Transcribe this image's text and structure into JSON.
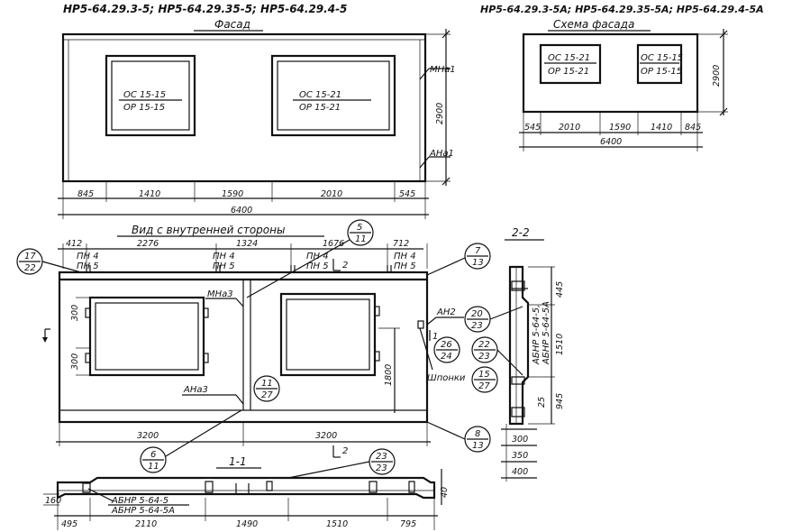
{
  "header_left": "НР5-64.29.3-5;  НР5-64.29.35-5;  НР5-64.29.4-5",
  "header_right": "НР5-64.29.3-5А; НР5-64.29.35-5А; НР5-64.29.4-5А",
  "facade": {
    "title": "Фасад",
    "win1": {
      "top": "ОС 15-15",
      "bottom": "ОР 15-15"
    },
    "win2": {
      "top": "ОС 15-21",
      "bottom": "ОР 15-21"
    },
    "mark_top": "МНа1",
    "mark_bottom": "АНа1",
    "height": "2900",
    "dims": [
      "845",
      "1410",
      "1590",
      "2010",
      "545"
    ],
    "total": "6400"
  },
  "scheme": {
    "title": "Схема фасада",
    "win1": {
      "top": "ОС 15-21",
      "bottom": "ОР 15-21"
    },
    "win2": {
      "top": "ОС 15-15",
      "bottom": "ОР 15-15"
    },
    "height": "2900",
    "dims": [
      "545",
      "2010",
      "1590",
      "1410",
      "845"
    ],
    "total": "6400"
  },
  "inner": {
    "title": "Вид с внутренней стороны",
    "top_dims": [
      "412",
      "2276",
      "1324",
      "1676",
      "712"
    ],
    "pn": [
      {
        "a": "ПН 4",
        "b": "ПН 5"
      },
      {
        "a": "ПН 4",
        "b": "ПН 5"
      },
      {
        "a": "ПН 4",
        "b": "ПН 5"
      },
      {
        "a": "ПН 4",
        "b": "ПН 5"
      }
    ],
    "left_dims": [
      "300",
      "300"
    ],
    "right_dim": "1800",
    "bottom_dims": [
      "3200",
      "3200"
    ],
    "mna3": "МНа3",
    "ana3": "АНа3",
    "an2": "АН2",
    "shponki": "Шпонки",
    "sec_mark_1": "1",
    "sec_mark_2": "2",
    "arrow_1": "1",
    "callouts": [
      {
        "n": "17",
        "d": "22"
      },
      {
        "n": "5",
        "d": "11"
      },
      {
        "n": "7",
        "d": "13"
      },
      {
        "n": "11",
        "d": "27"
      },
      {
        "n": "26",
        "d": "24"
      },
      {
        "n": "15",
        "d": "27"
      },
      {
        "n": "8",
        "d": "13"
      },
      {
        "n": "6",
        "d": "11"
      }
    ]
  },
  "section11": {
    "title": "1-1",
    "label1": "АБНР 5-64-5",
    "label2": "АБНР 5-64-5А",
    "dims": [
      "495",
      "2110",
      "1490",
      "1510",
      "795"
    ],
    "left_dim": "160",
    "right_dim": "40",
    "callout": {
      "n": "23",
      "d": "23"
    }
  },
  "section22": {
    "title": "2-2",
    "dims_right": [
      "445",
      "1510",
      "945",
      "25"
    ],
    "label1": "АБНР 5-64-5,",
    "label2": "АБНР 5-64-5А",
    "callouts": [
      {
        "n": "20",
        "d": "23"
      },
      {
        "n": "22",
        "d": "23"
      }
    ],
    "bottom_dims": [
      "300",
      "350",
      "400"
    ]
  }
}
